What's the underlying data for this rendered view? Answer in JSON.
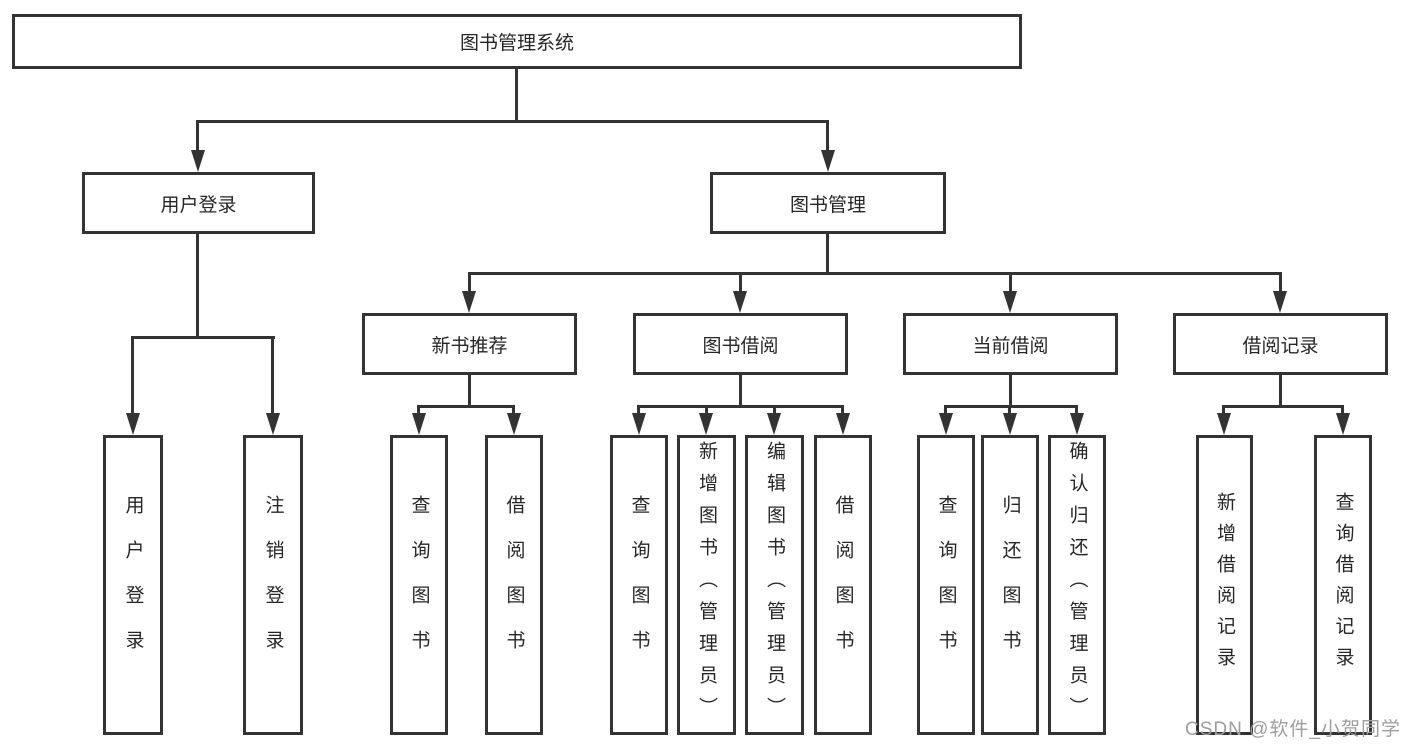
{
  "tree": {
    "label": "图书管理系统",
    "children": [
      {
        "label": "用户登录",
        "children": [
          {
            "label": "用户登录"
          },
          {
            "label": "注销登录"
          }
        ]
      },
      {
        "label": "图书管理",
        "children": [
          {
            "label": "新书推荐",
            "children": [
              {
                "label": "查询图书"
              },
              {
                "label": "借阅图书"
              }
            ]
          },
          {
            "label": "图书借阅",
            "children": [
              {
                "label": "查询图书"
              },
              {
                "label": "新增图书（管理员）"
              },
              {
                "label": "编辑图书（管理员）"
              },
              {
                "label": "借阅图书"
              }
            ]
          },
          {
            "label": "当前借阅",
            "children": [
              {
                "label": "查询图书"
              },
              {
                "label": "归还图书"
              },
              {
                "label": "确认归还（管理员）"
              }
            ]
          },
          {
            "label": "借阅记录",
            "children": [
              {
                "label": "新增借阅记录"
              },
              {
                "label": "查询借阅记录"
              }
            ]
          }
        ]
      }
    ]
  },
  "watermark": "CSDN @软件_小贺同学",
  "colors": {
    "line": "#333333",
    "box_background": "#ffffff",
    "text": "#262626",
    "watermark": "#9e9e9e"
  }
}
